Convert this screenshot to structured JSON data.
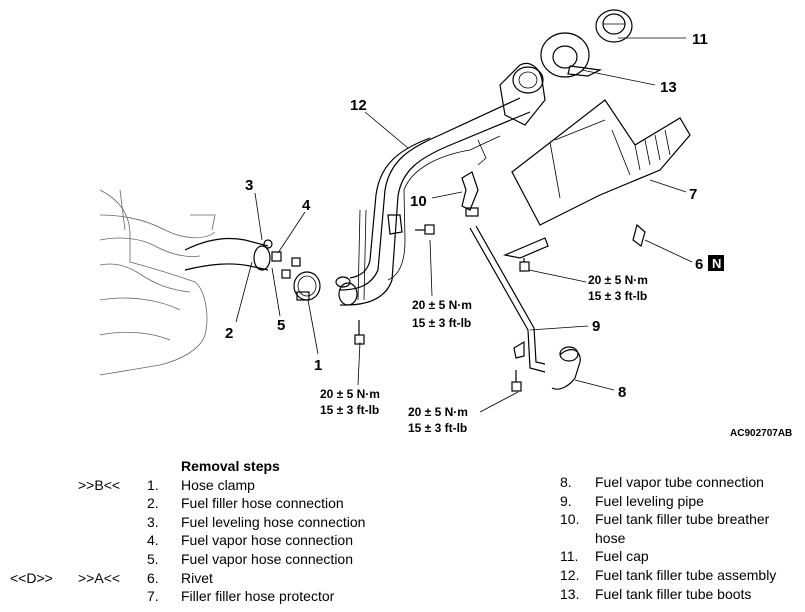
{
  "diagram": {
    "figure_id": "AC902707AB",
    "torque_specs": [
      {
        "metric": "20 ± 5 N·m",
        "imperial": "15 ± 3 ft-lb"
      },
      {
        "metric": "20 ± 5 N·m",
        "imperial": "15 ± 3 ft-lb"
      },
      {
        "metric": "20 ± 5 N·m",
        "imperial": "15 ± 3 ft-lb"
      },
      {
        "metric": "20 ± 5 N·m",
        "imperial": "15 ± 3 ft-lb"
      }
    ],
    "callouts": [
      "1",
      "2",
      "3",
      "4",
      "5",
      "6",
      "7",
      "8",
      "9",
      "10",
      "11",
      "12",
      "13"
    ],
    "new_part_marker": "N"
  },
  "removal": {
    "heading": "Removal steps",
    "left_steps": [
      {
        "num": "1.",
        "label": "Hose clamp",
        "install": ">>B<<",
        "remove": ""
      },
      {
        "num": "2.",
        "label": "Fuel filler hose connection",
        "install": "",
        "remove": ""
      },
      {
        "num": "3.",
        "label": "Fuel leveling hose connection",
        "install": "",
        "remove": ""
      },
      {
        "num": "4.",
        "label": "Fuel vapor hose connection",
        "install": "",
        "remove": ""
      },
      {
        "num": "5.",
        "label": "Fuel vapor hose connection",
        "install": "",
        "remove": ""
      },
      {
        "num": "6.",
        "label": "Rivet",
        "install": ">>A<<",
        "remove": "<<D>>"
      },
      {
        "num": "7.",
        "label": "Filler filler hose protector",
        "install": "",
        "remove": ""
      }
    ],
    "right_steps": [
      {
        "num": "8.",
        "label": "Fuel vapor tube connection"
      },
      {
        "num": "9.",
        "label": "Fuel leveling pipe"
      },
      {
        "num": "10.",
        "label": "Fuel tank filler tube breather"
      },
      {
        "num": "",
        "label": "hose"
      },
      {
        "num": "11.",
        "label": "Fuel cap"
      },
      {
        "num": "12.",
        "label": "Fuel tank filler tube assembly"
      },
      {
        "num": "13.",
        "label": "Fuel tank filler tube boots"
      }
    ]
  }
}
